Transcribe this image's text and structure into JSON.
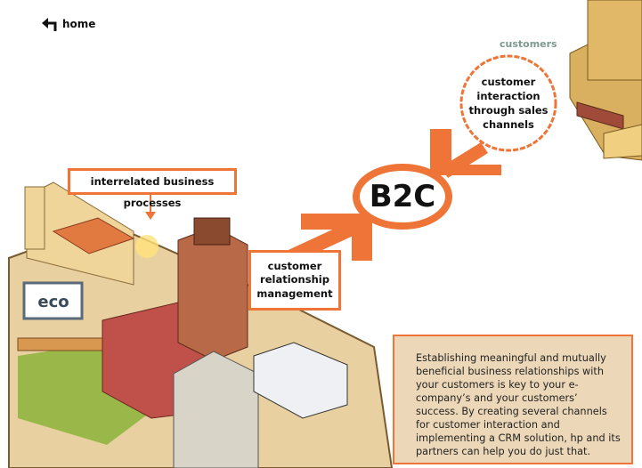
{
  "nav": {
    "home_label": "home",
    "home_icon": "back-arrow-icon"
  },
  "labels": {
    "customers": "customers",
    "interrelated": "interrelated business processes",
    "crm": "customer relationship management",
    "channels": "customer interaction through sales channels",
    "b2c": "B2C"
  },
  "logo_text": "eco",
  "description": "Establishing meaningful and mutually beneficial business relationships with your customers is key to your e-company’s and your customers’ success. By creating several channels for customer interaction and implementing a CRM solution, hp and its partners can help you do just that.",
  "colors": {
    "accent": "#ee7537",
    "panel": "#ecd8b8",
    "customers_label": "#7e9a8c"
  }
}
